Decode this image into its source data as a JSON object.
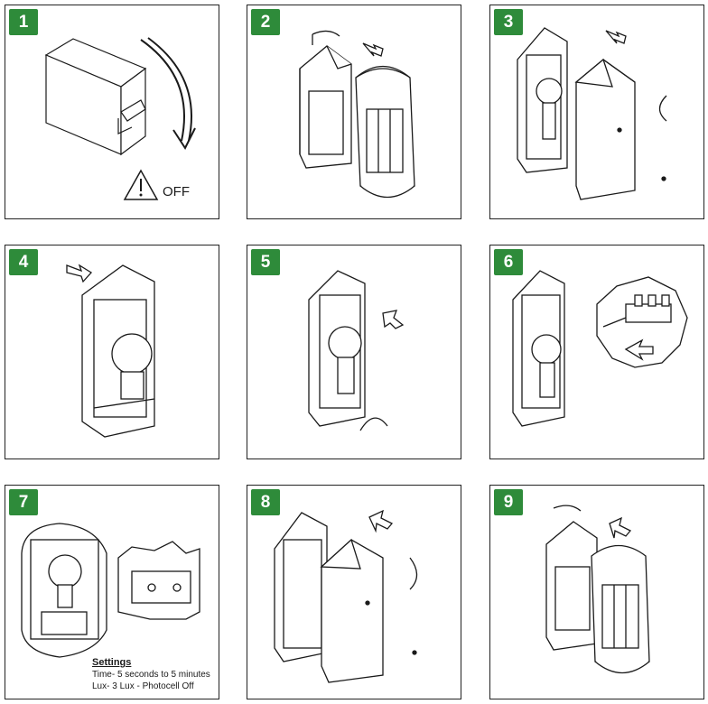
{
  "steps": [
    {
      "number": "1"
    },
    {
      "number": "2"
    },
    {
      "number": "3"
    },
    {
      "number": "4"
    },
    {
      "number": "5"
    },
    {
      "number": "6"
    },
    {
      "number": "7"
    },
    {
      "number": "8"
    },
    {
      "number": "9"
    }
  ],
  "step1": {
    "off_label": "OFF"
  },
  "step7": {
    "settings_title": "Settings",
    "time_setting": "Time- 5 seconds to 5 minutes",
    "lux_setting": "Lux- 3 Lux - Photocell Off"
  },
  "colors": {
    "badge": "#2e8b3a",
    "line": "#1a1a1a"
  }
}
